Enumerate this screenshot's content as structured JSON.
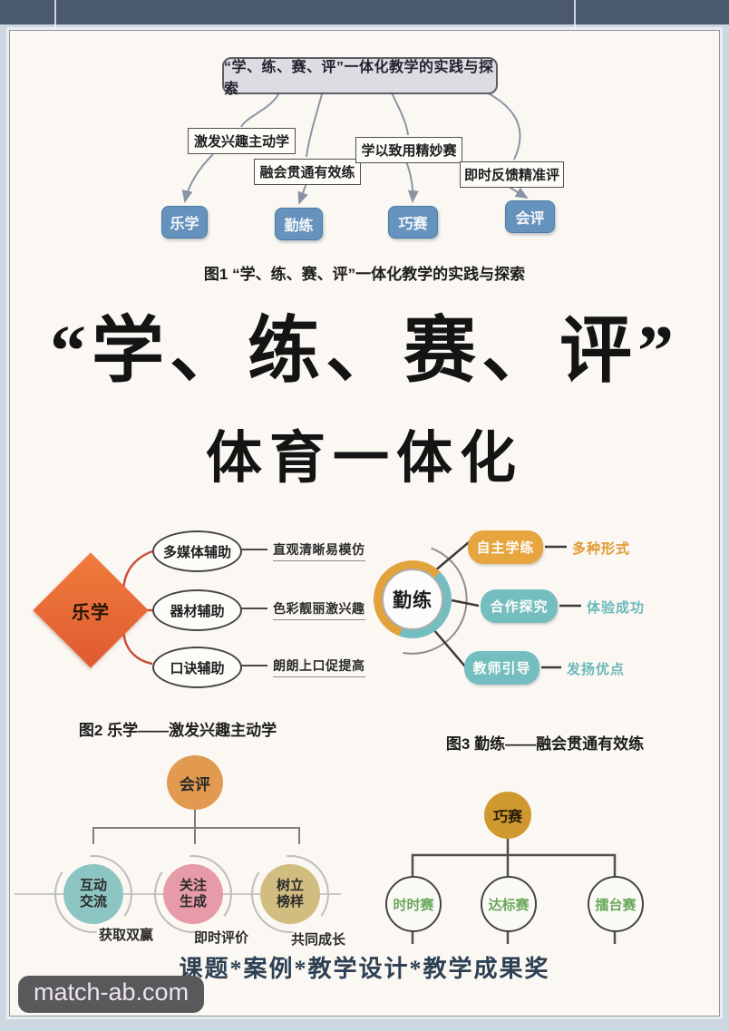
{
  "colors": {
    "topbar": "#4a5a6c",
    "page_bg": "#cdd7e1",
    "card_bg": "#fbf8f3",
    "node_blue": "#6593bd",
    "diamond_orange": "#e8663a",
    "pill_orange": "#e6a53e",
    "pill_teal": "#74bec0",
    "circle_orange": "#e19a50",
    "circle_teal": "#8cc5c1",
    "circle_pink": "#e79aa7",
    "circle_tan": "#d2bd80",
    "circle_gold": "#d0992f",
    "green_text": "#6aa85c"
  },
  "fig1": {
    "title": "“学、练、赛、评”一体化教学的实践与探索",
    "branches": [
      {
        "label": "激发兴趣主动学",
        "node": "乐学"
      },
      {
        "label": "融会贯通有效练",
        "node": "勤练"
      },
      {
        "label": "学以致用精妙赛",
        "node": "巧赛"
      },
      {
        "label": "即时反馈精准评",
        "node": "会评"
      }
    ],
    "caption": "图1 “学、练、赛、评”一体化教学的实践与探索"
  },
  "hero": {
    "line1": "“学、练、赛、评”",
    "line2": "体育一体化"
  },
  "fig2": {
    "root": "乐学",
    "branches": [
      {
        "node": "多媒体辅助",
        "label": "直观清晰易模仿"
      },
      {
        "node": "器材辅助",
        "label": "色彩靓丽激兴趣"
      },
      {
        "node": "口诀辅助",
        "label": "朗朗上口促提高"
      }
    ],
    "caption": "图2 乐学——激发兴趣主动学"
  },
  "fig3": {
    "root": "勤练",
    "branches": [
      {
        "node": "自主学练",
        "label": "多种形式"
      },
      {
        "node": "合作探究",
        "label": "体验成功"
      },
      {
        "node": "教师引导",
        "label": "发扬优点"
      }
    ],
    "caption": "图3 勤练——融会贯通有效练"
  },
  "fig4": {
    "root": "会评",
    "branches": [
      {
        "node": "互动交流",
        "label": "获取双赢"
      },
      {
        "node": "关注生成",
        "label": "即时评价"
      },
      {
        "node": "树立榜样",
        "label": "共同成长"
      }
    ]
  },
  "fig5": {
    "root": "巧赛",
    "items": [
      "时时赛",
      "达标赛",
      "擂台赛"
    ]
  },
  "footer": {
    "caption": "课题*案例*教学设计*教学成果奖",
    "watermark": "match-ab.com"
  }
}
